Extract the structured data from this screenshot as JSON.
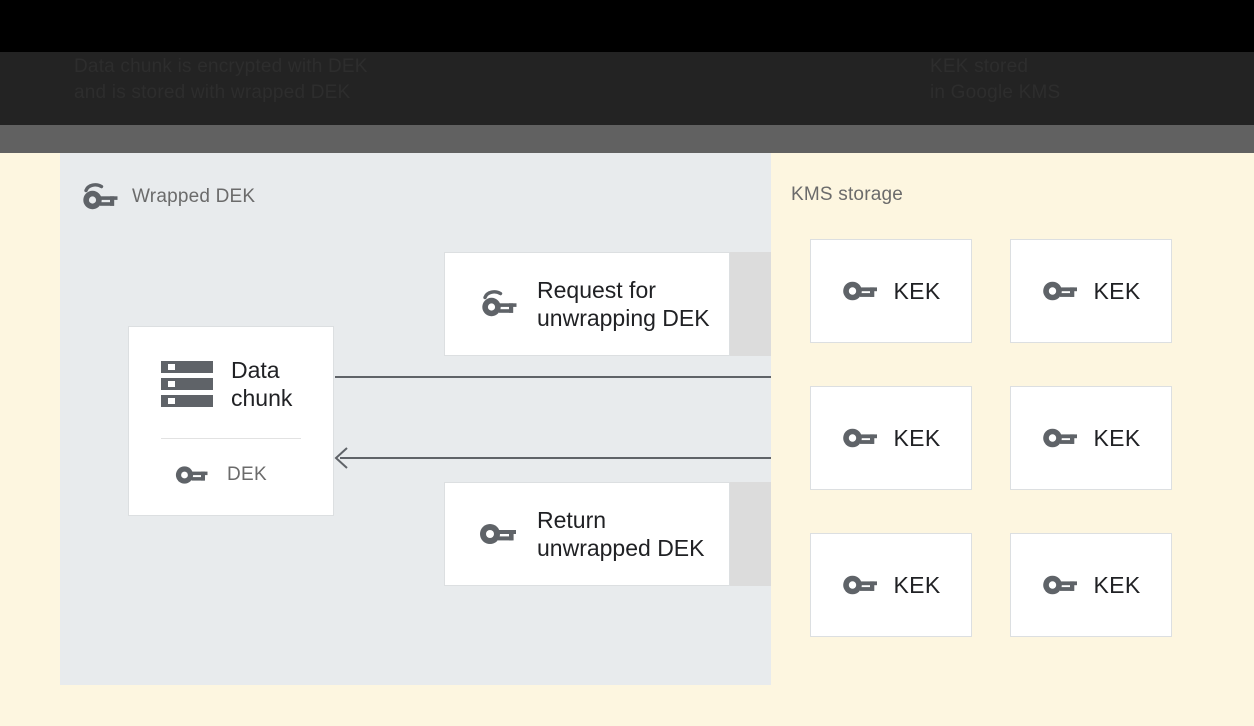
{
  "banner": {
    "caption_left": "Data chunk is encrypted with DEK\nand is stored with wrapped DEK",
    "caption_right": "KEK stored\nin Google KMS"
  },
  "storage_panel": {
    "header": {
      "icon": "wrapped-key-icon",
      "label": "Wrapped DEK"
    },
    "data_chunk_card": {
      "icon": "data-chunk-icon",
      "label": "Data\nchunk",
      "key_icon": "key-icon",
      "key_label": "DEK"
    },
    "messages": [
      {
        "icon": "wrapped-key-icon",
        "label": "Request for\nunwrapping DEK"
      },
      {
        "icon": "key-icon",
        "label": "Return\nunwrapped DEK"
      }
    ],
    "arrows": [
      {
        "name": "request-arrow",
        "direction": "right"
      },
      {
        "name": "return-arrow",
        "direction": "left"
      }
    ]
  },
  "kms_panel": {
    "header": "KMS storage",
    "keys": [
      {
        "icon": "key-icon",
        "label": "KEK"
      },
      {
        "icon": "key-icon",
        "label": "KEK"
      },
      {
        "icon": "key-icon",
        "label": "KEK"
      },
      {
        "icon": "key-icon",
        "label": "KEK"
      },
      {
        "icon": "key-icon",
        "label": "KEK"
      },
      {
        "icon": "key-icon",
        "label": "KEK"
      }
    ]
  },
  "colors": {
    "page_background": "#fdf6e0",
    "storage_panel": "#e8ebed",
    "kms_panel": "#fdf6e0",
    "banner_dark": "#232323",
    "banner_grey": "#616161",
    "card_white": "#ffffff",
    "card_border": "#dcdfe1",
    "strip_grey": "#dcdcdc",
    "icon_grey": "#5f6368",
    "text_primary": "#202124",
    "text_secondary": "#6b6b6b",
    "arrow": "#5f6368"
  }
}
